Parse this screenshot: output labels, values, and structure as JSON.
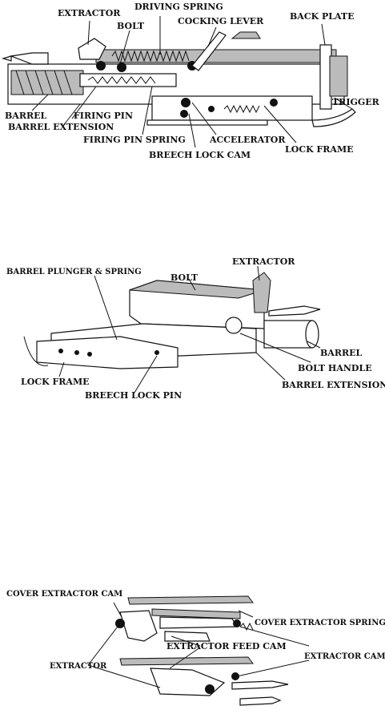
{
  "figure1": {
    "labels": {
      "extractor": "EXTRACTOR",
      "driving_spring": "DRIVING SPRING",
      "bolt": "BOLT",
      "cocking_lever": "COCKING LEVER",
      "back_plate": "BACK PLATE",
      "barrel": "BARREL",
      "firing_pin": "FIRING PIN",
      "barrel_extension": "BARREL EXTENSION",
      "trigger": "TRIGGER",
      "firing_pin_spring": "FIRING PIN SPRING",
      "accelerator": "ACCELERATOR",
      "lock_frame": "LOCK FRAME",
      "breech_lock_cam": "BREECH LOCK CAM"
    }
  },
  "figure2": {
    "labels": {
      "barrel_plunger_spring": "BARREL PLUNGER & SPRING",
      "extractor": "EXTRACTOR",
      "bolt": "BOLT",
      "barrel": "BARREL",
      "bolt_handle": "BOLT HANDLE",
      "lock_frame": "LOCK FRAME",
      "breech_lock_pin": "BREECH LOCK PIN",
      "barrel_extension": "BARREL EXTENSION"
    }
  },
  "figure3": {
    "labels": {
      "cover_extractor_cam": "COVER EXTRACTOR CAM",
      "cover_extractor_spring": "COVER EXTRACTOR SPRING",
      "extractor_feed_cam": "EXTRACTOR FEED CAM",
      "extractor": "EXTRACTOR",
      "extractor_cam": "EXTRACTOR CAM"
    }
  }
}
